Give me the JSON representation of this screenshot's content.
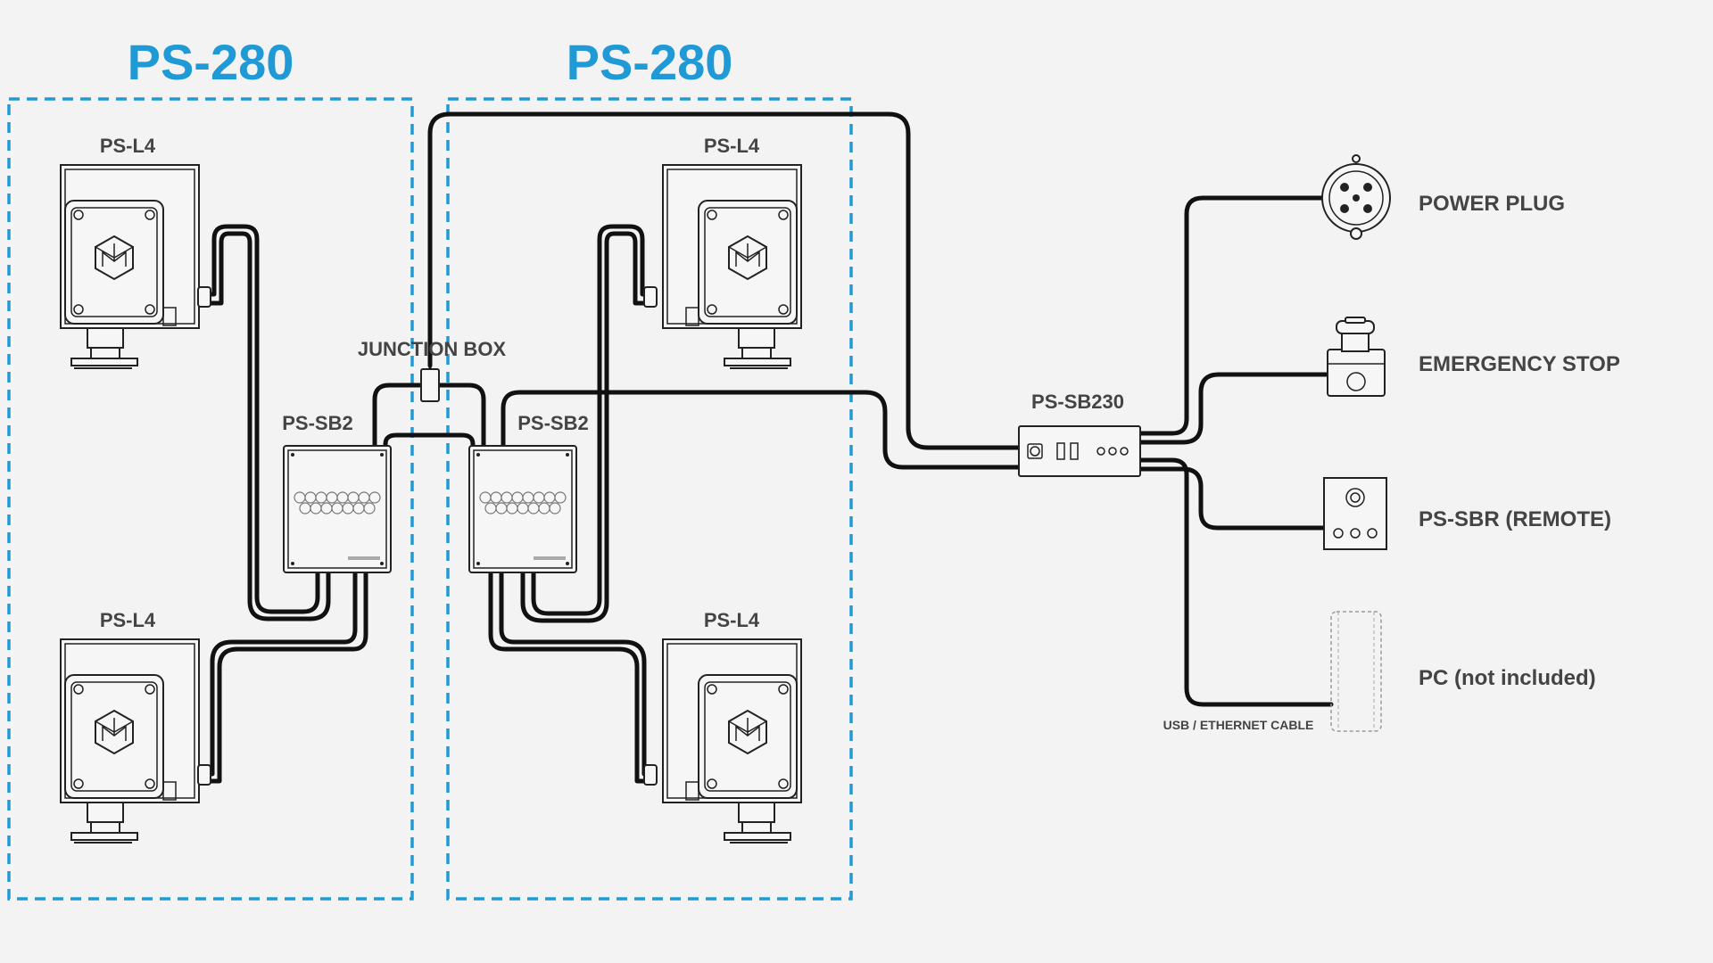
{
  "groups": [
    {
      "title": "PS-280"
    },
    {
      "title": "PS-280"
    }
  ],
  "labels": {
    "l4_top_left": "PS-L4",
    "l4_bottom_left": "PS-L4",
    "l4_top_right": "PS-L4",
    "l4_bottom_right": "PS-L4",
    "sb2_left": "PS-SB2",
    "sb2_right": "PS-SB2",
    "junction_box": "JUNCTION BOX",
    "sb230": "PS-SB230",
    "power_plug": "POWER PLUG",
    "emergency_stop": "EMERGENCY STOP",
    "sbr_remote": "PS-SBR (REMOTE)",
    "pc": "PC (not included)",
    "usb_cable": "USB / ETHERNET CABLE"
  },
  "colors": {
    "accent": "#1f9ad6",
    "cable": "#111111",
    "label": "#444444",
    "background": "#f3f3f3"
  },
  "icons": {
    "device": "ps-l4-logo-icon",
    "power_plug": "power-plug-icon",
    "emergency_stop": "emergency-stop-icon"
  }
}
